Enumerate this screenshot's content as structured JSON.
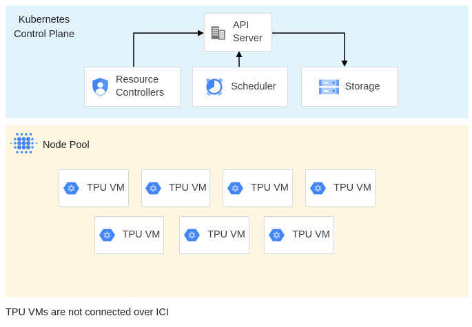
{
  "control_plane": {
    "title": "Kubernetes Control Plane",
    "boxes": {
      "api_server": "API Server",
      "resource_controllers": "Resource Controllers",
      "scheduler": "Scheduler",
      "storage": "Storage"
    }
  },
  "node_pool": {
    "title": "Node Pool",
    "vms": [
      "TPU VM",
      "TPU VM",
      "TPU VM",
      "TPU VM",
      "TPU VM",
      "TPU VM",
      "TPU VM"
    ]
  },
  "caption": "TPU VMs are not connected over ICI",
  "icons": {
    "api_server": "building-icon",
    "resource_controllers": "shield-user-icon",
    "scheduler": "alarm-clock-icon",
    "storage": "storage-disks-icon",
    "node_pool": "dot-cluster-icon",
    "tpu_vm": "hexagon-gear-icon"
  },
  "colors": {
    "control_plane_bg": "#e2f3fc",
    "node_pool_bg": "#fdf7e1",
    "box_bg": "#ffffff",
    "box_border": "#dadce0",
    "arrow": "#000000",
    "icon_blue": "#4285f4",
    "icon_blue_light": "#aecbfa",
    "icon_gray": "#757575",
    "text": "#3c4043"
  }
}
